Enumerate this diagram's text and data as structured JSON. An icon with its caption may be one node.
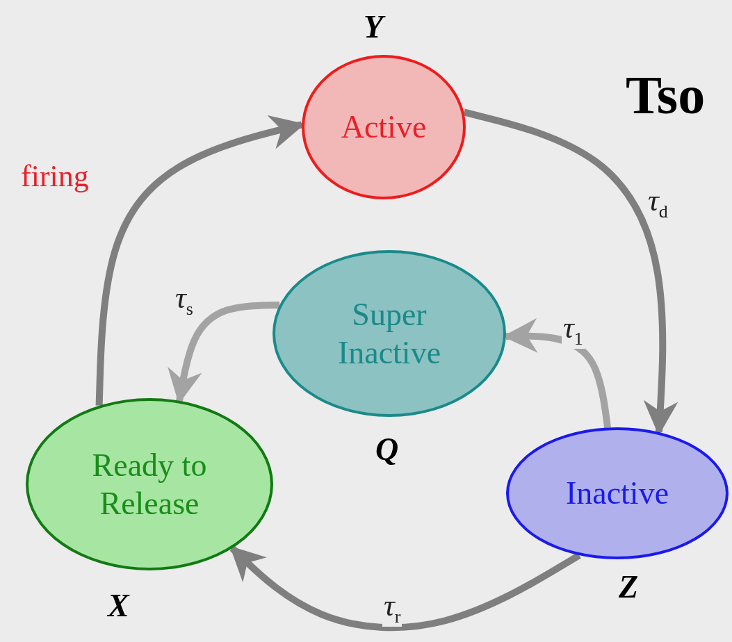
{
  "diagram": {
    "nodes": [
      {
        "text": [
          "Active"
        ],
        "beside": [
          "Y"
        ]
      },
      {
        "text": [
          "Super Inactive"
        ],
        "beside": [
          "Q"
        ]
      },
      {
        "text": [
          "Ready to Release"
        ],
        "beside": [
          "X"
        ]
      },
      {
        "text": [
          "Inactive"
        ],
        "beside": [
          "Z"
        ]
      }
    ],
    "edges": [
      {
        "from": 2,
        "to": 0,
        "arrow": "to",
        "label": "firing"
      },
      {
        "from": 0,
        "to": 3,
        "arrow": "to",
        "label": "*τ*$_{d}$"
      },
      {
        "from": 3,
        "to": 1,
        "arrow": "to",
        "label": "*τ*$_{1}$",
        "color": "#a3a3a3"
      },
      {
        "from": 1,
        "to": 2,
        "arrow": "to",
        "label": "*τ*$_{s}$",
        "color": "#a3a3a3"
      },
      {
        "from": 3,
        "to": 2,
        "arrow": "to",
        "label": "*τ*$_{r}$"
      }
    ],
    "labels": [
      "Tso"
    ]
  }
}
